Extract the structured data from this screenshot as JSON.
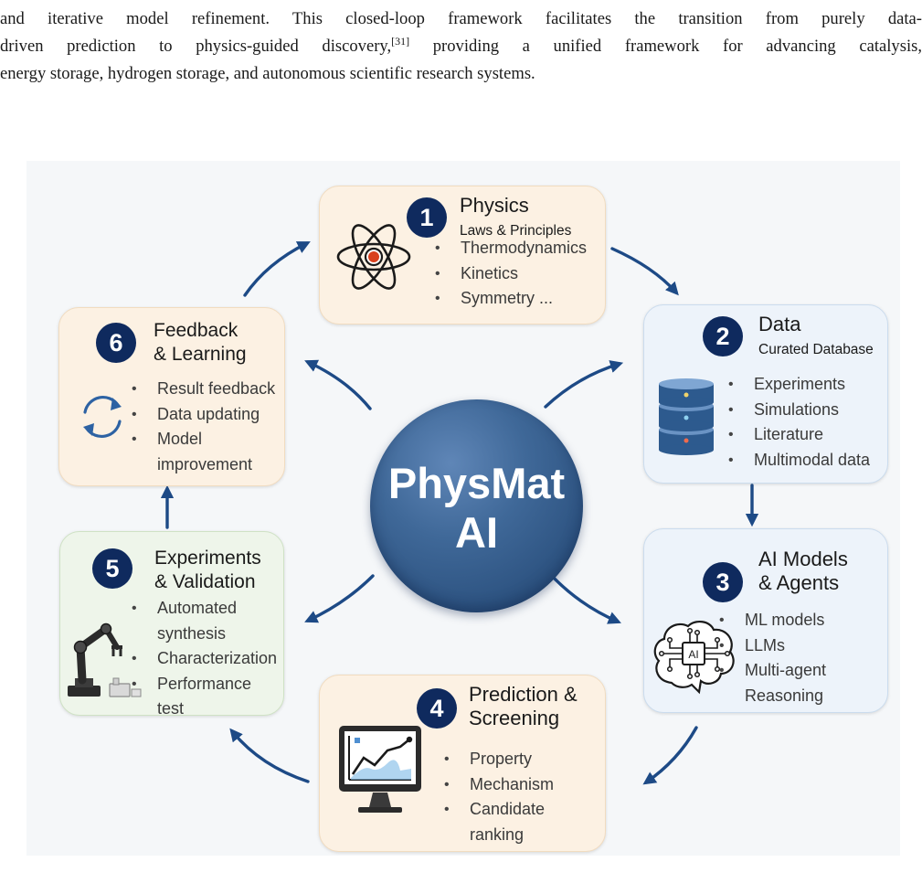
{
  "paragraph": {
    "line1": "and iterative model refinement. This closed-loop framework facilitates the transition from purely data-",
    "line2_pre": "driven prediction to physics-guided discovery,",
    "line2_cite": "[31]",
    "line2_post": " providing a unified framework for advancing catalysis,",
    "line3": "energy storage, hydrogen storage, and autonomous scientific research systems."
  },
  "figure": {
    "hub": {
      "line1": "PhysMat",
      "line2": "AI"
    },
    "cards": [
      {
        "number": "1",
        "title": "Physics",
        "subtitle": "Laws & Principles",
        "icon": "atom-icon",
        "items": [
          "Thermodynamics",
          "Kinetics",
          "Symmetry ..."
        ]
      },
      {
        "number": "2",
        "title": "Data",
        "subtitle": "Curated Database",
        "icon": "database-icon",
        "items": [
          "Experiments",
          "Simulations",
          "Literature",
          "Multimodal data"
        ]
      },
      {
        "number": "3",
        "title_line1": "AI Models",
        "title_line2": "& Agents",
        "icon": "ai-brain-icon",
        "items": [
          "ML models",
          "LLMs",
          "Multi-agent",
          "Reasoning"
        ]
      },
      {
        "number": "4",
        "title_line1": "Prediction &",
        "title_line2": "Screening",
        "icon": "monitor-chart-icon",
        "items": [
          "Property",
          "Mechanism",
          "Candidate",
          "ranking"
        ]
      },
      {
        "number": "5",
        "title_line1": "Experiments",
        "title_line2": "& Validation",
        "icon": "robot-arm-icon",
        "items": [
          "Automated",
          "synthesis",
          "Characterization",
          "Performance",
          "test"
        ]
      },
      {
        "number": "6",
        "title_line1": "Feedback",
        "title_line2": "& Learning",
        "icon": "refresh-cycle-icon",
        "items": [
          "Result feedback",
          "Data updating",
          "Model",
          "improvement"
        ]
      }
    ],
    "colors": {
      "navy": "#0f2a5e",
      "arrow": "#1d4a86",
      "peach": "#fcf1e3",
      "blue": "#edf3fa",
      "green": "#eef5ea",
      "hub": "#3f6898",
      "atom_core": "#d9411e"
    }
  }
}
